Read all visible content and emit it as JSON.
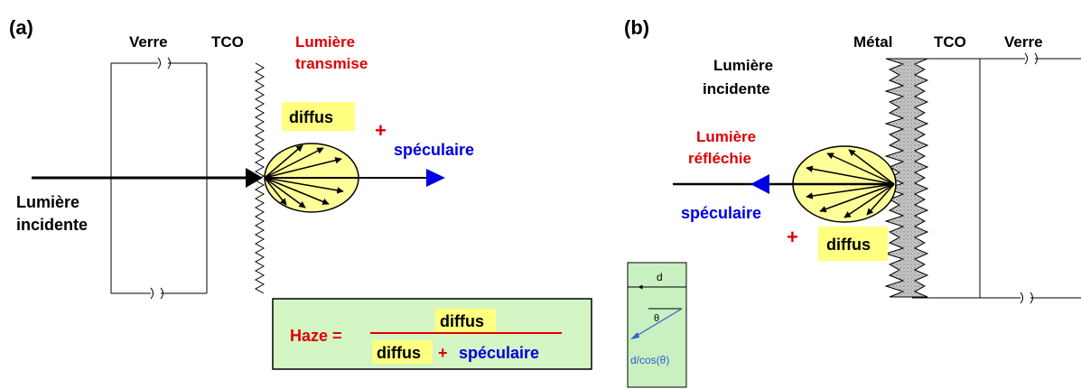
{
  "panel_a": {
    "label": "(a)",
    "verre": "Verre",
    "tco": "TCO",
    "transmitted_line1": "Lumière",
    "transmitted_line2": "transmise",
    "diffus": "diffus",
    "plus": "+",
    "speculaire": "spéculaire",
    "incident_line1": "Lumière",
    "incident_line2": "incidente"
  },
  "panel_b": {
    "label": "(b)",
    "metal": "Métal",
    "tco": "TCO",
    "verre": "Verre",
    "incident_line1": "Lumière",
    "incident_line2": "incidente",
    "reflected_line1": "Lumière",
    "reflected_line2": "réfléchie",
    "speculaire": "spéculaire",
    "plus": "+",
    "diffus": "diffus"
  },
  "formula": {
    "haze": "Haze =",
    "numerator": "diffus",
    "denominator_diffus": "diffus",
    "plus": "+",
    "denominator_speculaire": "spéculaire"
  },
  "inset": {
    "d_label": "d",
    "theta_label": "θ",
    "path_label": "d/cos(θ)"
  },
  "colors": {
    "red": "#e00000",
    "blue": "#0000e0",
    "highlight_yellow": "#ffff80",
    "ellipse_fill": "#ffff99",
    "formula_bg": "#d4f5c4",
    "inset_bg": "#c8f0c0",
    "metal_fill": "#c0c0c0"
  }
}
